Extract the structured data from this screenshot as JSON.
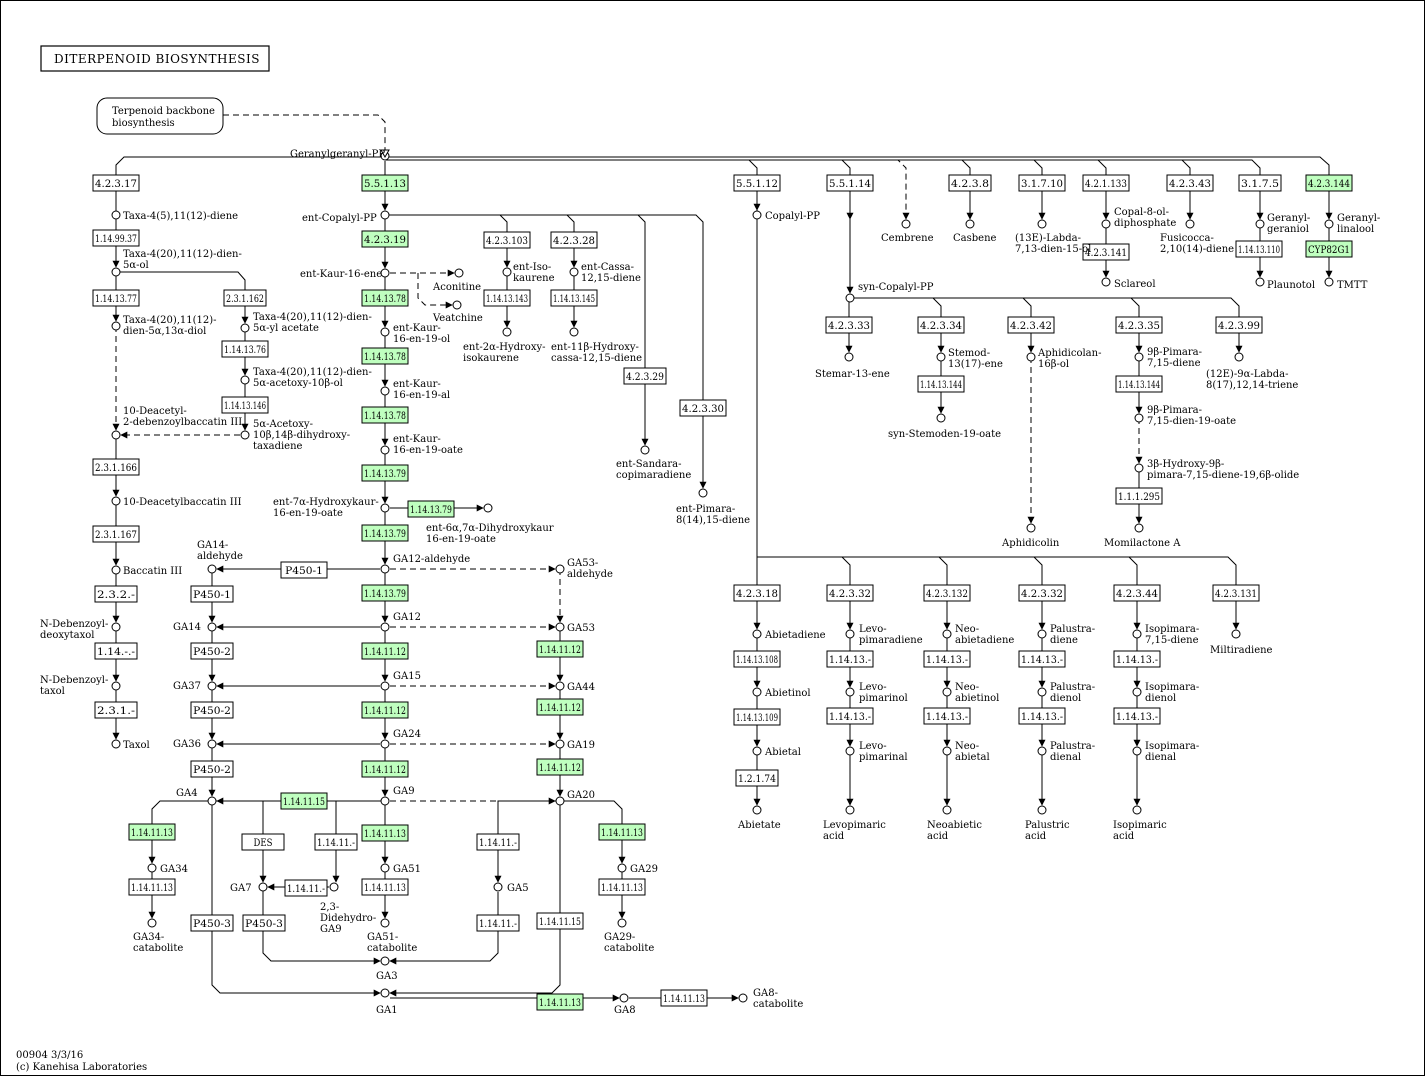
{
  "title": "DITERPENOID BIOSYNTHESIS",
  "footer": {
    "id": "00904 3/3/16",
    "copyright": "(c) Kanehisa Laboratories"
  },
  "colors": {
    "highlight": "#bfffbf",
    "box": "#ffffff",
    "line": "#000000"
  },
  "link_map": {
    "line1": "Terpenoid backbone",
    "line2": "biosynthesis"
  },
  "enzymes": [
    {
      "key": "e1",
      "text": "4.2.3.17"
    },
    {
      "key": "e2",
      "text": "5.5.1.13"
    },
    {
      "key": "e3",
      "text": "5.5.1.12"
    },
    {
      "key": "e4",
      "text": "5.5.1.14"
    },
    {
      "key": "e5",
      "text": "4.2.3.8"
    },
    {
      "key": "e6",
      "text": "3.1.7.10"
    },
    {
      "key": "e7",
      "text": "4.2.1.133"
    },
    {
      "key": "e8",
      "text": "4.2.3.43"
    },
    {
      "key": "e9",
      "text": "3.1.7.5"
    },
    {
      "key": "e10",
      "text": "4.2.3.144"
    },
    {
      "key": "e11",
      "text": "1.14.99.37"
    },
    {
      "key": "e12",
      "text": "4.2.3.19"
    },
    {
      "key": "e13",
      "text": "4.2.3.103"
    },
    {
      "key": "e14",
      "text": "4.2.3.28"
    },
    {
      "key": "e15",
      "text": "4.2.3.141"
    },
    {
      "key": "e16",
      "text": "1.14.13.110"
    },
    {
      "key": "e17",
      "text": "CYP82G1"
    },
    {
      "key": "e18",
      "text": "1.14.13.77"
    },
    {
      "key": "e19",
      "text": "2.3.1.162"
    },
    {
      "key": "e20",
      "text": "1.14.13.78"
    },
    {
      "key": "e21",
      "text": "1.14.13.143"
    },
    {
      "key": "e22",
      "text": "1.14.13.145"
    },
    {
      "key": "e23",
      "text": "1.14.13.76"
    },
    {
      "key": "e24",
      "text": "1.14.13.78"
    },
    {
      "key": "e25",
      "text": "4.2.3.29"
    },
    {
      "key": "e26",
      "text": "1.14.13.146"
    },
    {
      "key": "e27",
      "text": "1.14.13.78"
    },
    {
      "key": "e28",
      "text": "4.2.3.30"
    },
    {
      "key": "e29",
      "text": "2.3.1.166"
    },
    {
      "key": "e30",
      "text": "1.14.13.79"
    },
    {
      "key": "e31",
      "text": "1.14.13.79"
    },
    {
      "key": "e32",
      "text": "2.3.1.167"
    },
    {
      "key": "e33",
      "text": "1.14.13.79"
    },
    {
      "key": "e34",
      "text": "4.2.3.33"
    },
    {
      "key": "e35",
      "text": "4.2.3.34"
    },
    {
      "key": "e36",
      "text": "4.2.3.42"
    },
    {
      "key": "e37",
      "text": "4.2.3.35"
    },
    {
      "key": "e38",
      "text": "4.2.3.99"
    },
    {
      "key": "e39",
      "text": "1.14.13.144"
    },
    {
      "key": "e40",
      "text": "1.14.13.144"
    },
    {
      "key": "e41",
      "text": "1.1.1.295"
    },
    {
      "key": "e42",
      "text": "P450-1"
    },
    {
      "key": "e43",
      "text": "P450-1"
    },
    {
      "key": "e44",
      "text": "1.14.13.79"
    },
    {
      "key": "e45",
      "text": "2.3.2.-"
    },
    {
      "key": "e46",
      "text": "1.14.-.-"
    },
    {
      "key": "e47",
      "text": "2.3.1.-"
    },
    {
      "key": "e48",
      "text": "P450-2"
    },
    {
      "key": "e49",
      "text": "1.14.11.12"
    },
    {
      "key": "e50",
      "text": "1.14.11.12"
    },
    {
      "key": "e51",
      "text": "P450-2"
    },
    {
      "key": "e52",
      "text": "1.14.11.12"
    },
    {
      "key": "e53",
      "text": "1.14.11.12"
    },
    {
      "key": "e54",
      "text": "P450-2"
    },
    {
      "key": "e55",
      "text": "1.14.11.12"
    },
    {
      "key": "e56",
      "text": "1.14.11.12"
    },
    {
      "key": "e57",
      "text": "1.14.11.15"
    },
    {
      "key": "e58",
      "text": "1.14.11.13"
    },
    {
      "key": "e59",
      "text": "DES"
    },
    {
      "key": "e60",
      "text": "1.14.11.-"
    },
    {
      "key": "e61",
      "text": "1.14.11.13"
    },
    {
      "key": "e62",
      "text": "1.14.11.-"
    },
    {
      "key": "e63",
      "text": "1.14.11.13"
    },
    {
      "key": "e64",
      "text": "1.14.11.13"
    },
    {
      "key": "e65",
      "text": "1.14.11.-"
    },
    {
      "key": "e66",
      "text": "1.14.11.13"
    },
    {
      "key": "e67",
      "text": "1.14.11.13"
    },
    {
      "key": "e68",
      "text": "P450-3"
    },
    {
      "key": "e69",
      "text": "P450-3"
    },
    {
      "key": "e70",
      "text": "1.14.11.-"
    },
    {
      "key": "e71",
      "text": "1.14.11.15"
    },
    {
      "key": "e72",
      "text": "1.14.11.13"
    },
    {
      "key": "e73",
      "text": "1.14.11.13"
    },
    {
      "key": "e74",
      "text": "4.2.3.18"
    },
    {
      "key": "e75",
      "text": "4.2.3.32"
    },
    {
      "key": "e76",
      "text": "4.2.3.132"
    },
    {
      "key": "e77",
      "text": "4.2.3.32"
    },
    {
      "key": "e78",
      "text": "4.2.3.44"
    },
    {
      "key": "e79",
      "text": "4.2.3.131"
    },
    {
      "key": "e80",
      "text": "1.14.13.108"
    },
    {
      "key": "e81",
      "text": "1.14.13.-"
    },
    {
      "key": "e82",
      "text": "1.14.13.-"
    },
    {
      "key": "e83",
      "text": "1.14.13.-"
    },
    {
      "key": "e84",
      "text": "1.14.13.-"
    },
    {
      "key": "e85",
      "text": "1.14.13.109"
    },
    {
      "key": "e86",
      "text": "1.14.13.-"
    },
    {
      "key": "e87",
      "text": "1.14.13.-"
    },
    {
      "key": "e88",
      "text": "1.14.13.-"
    },
    {
      "key": "e89",
      "text": "1.14.13.-"
    },
    {
      "key": "e90",
      "text": "1.2.1.74"
    }
  ],
  "compounds": [
    {
      "key": "c1",
      "lines": [
        "Geranylgeranyl-PP"
      ]
    },
    {
      "key": "c2",
      "lines": [
        "Taxa-4(5),11(12)-diene"
      ]
    },
    {
      "key": "c3",
      "lines": [
        "Taxa-4(20),11(12)-dien-",
        "5α-ol"
      ]
    },
    {
      "key": "c4",
      "lines": [
        "Taxa-4(20),11(12)-",
        "dien-5α,13α-diol"
      ]
    },
    {
      "key": "c5",
      "lines": [
        "Taxa-4(20),11(12)-dien-",
        "5α-yl acetate"
      ]
    },
    {
      "key": "c6",
      "lines": [
        "Taxa-4(20),11(12)-dien-",
        "5α-acetoxy-10β-ol"
      ]
    },
    {
      "key": "c7",
      "lines": [
        "5α-Acetoxy-",
        "10β,14β-dihydroxy-",
        "taxadiene"
      ]
    },
    {
      "key": "c8",
      "lines": [
        "10-Deacetyl-",
        "2-debenzoylbaccatin III"
      ]
    },
    {
      "key": "c9",
      "lines": [
        "10-Deacetylbaccatin III"
      ]
    },
    {
      "key": "c10",
      "lines": [
        "Baccatin III"
      ]
    },
    {
      "key": "c11",
      "lines": [
        "N-Debenzoyl-",
        "deoxytaxol"
      ]
    },
    {
      "key": "c12",
      "lines": [
        "N-Debenzoyl-",
        "taxol"
      ]
    },
    {
      "key": "c13",
      "lines": [
        "Taxol"
      ]
    },
    {
      "key": "c14",
      "lines": [
        "ent-Copalyl-PP"
      ]
    },
    {
      "key": "c15",
      "lines": [
        "ent-Kaur-16-ene"
      ]
    },
    {
      "key": "c16",
      "lines": [
        "Aconitine"
      ]
    },
    {
      "key": "c17",
      "lines": [
        "Veatchine"
      ]
    },
    {
      "key": "c18",
      "lines": [
        "ent-Kaur-",
        "16-en-19-ol"
      ]
    },
    {
      "key": "c19",
      "lines": [
        "ent-Kaur-",
        "16-en-19-al"
      ]
    },
    {
      "key": "c20",
      "lines": [
        "ent-Kaur-",
        "16-en-19-oate"
      ]
    },
    {
      "key": "c21",
      "lines": [
        "ent-7α-Hydroxykaur-",
        "16-en-19-oate"
      ]
    },
    {
      "key": "c22",
      "lines": [
        "ent-6α,7α-Dihydroxykaur",
        "16-en-19-oate"
      ]
    },
    {
      "key": "c23",
      "lines": [
        "ent-Iso-",
        "kaurene"
      ]
    },
    {
      "key": "c24",
      "lines": [
        "ent-2α-Hydroxy-",
        "isokaurene"
      ]
    },
    {
      "key": "c25",
      "lines": [
        "ent-Cassa-",
        "12,15-diene"
      ]
    },
    {
      "key": "c26",
      "lines": [
        "ent-11β-Hydroxy-",
        "cassa-12,15-diene"
      ]
    },
    {
      "key": "c27",
      "lines": [
        "ent-Sandara-",
        "copimaradiene"
      ]
    },
    {
      "key": "c28",
      "lines": [
        "ent-Pimara-",
        "8(14),15-diene"
      ]
    },
    {
      "key": "c29",
      "lines": [
        "Copalyl-PP"
      ]
    },
    {
      "key": "c30",
      "lines": [
        "Cembrene"
      ]
    },
    {
      "key": "c31",
      "lines": [
        "Casbene"
      ]
    },
    {
      "key": "c32",
      "lines": [
        "(13E)-Labda-",
        "7,13-dien-15-ol"
      ]
    },
    {
      "key": "c33",
      "lines": [
        "Copal-8-ol-",
        "diphosphate"
      ]
    },
    {
      "key": "c34",
      "lines": [
        "Sclareol"
      ]
    },
    {
      "key": "c35",
      "lines": [
        "Fusicocca-",
        "2,10(14)-diene"
      ]
    },
    {
      "key": "c36",
      "lines": [
        "Geranyl-",
        "geraniol"
      ]
    },
    {
      "key": "c37",
      "lines": [
        "Plaunotol"
      ]
    },
    {
      "key": "c38",
      "lines": [
        "Geranyl-",
        "linalool"
      ]
    },
    {
      "key": "c39",
      "lines": [
        "TMTT"
      ]
    },
    {
      "key": "c40",
      "lines": [
        "syn-Copalyl-PP"
      ]
    },
    {
      "key": "c41",
      "lines": [
        "Stemar-13-ene"
      ]
    },
    {
      "key": "c42",
      "lines": [
        "Stemod-",
        "13(17)-ene"
      ]
    },
    {
      "key": "c43",
      "lines": [
        "syn-Stemoden-19-oate"
      ]
    },
    {
      "key": "c44",
      "lines": [
        "Aphidicolan-",
        "16β-ol"
      ]
    },
    {
      "key": "c45",
      "lines": [
        "Aphidicolin"
      ]
    },
    {
      "key": "c46",
      "lines": [
        "9β-Pimara-",
        "7,15-diene"
      ]
    },
    {
      "key": "c47",
      "lines": [
        "9β-Pimara-",
        "7,15-dien-19-oate"
      ]
    },
    {
      "key": "c48",
      "lines": [
        "3β-Hydroxy-9β-",
        "pimara-7,15-diene-19,6β-olide"
      ]
    },
    {
      "key": "c49",
      "lines": [
        "Momilactone A"
      ]
    },
    {
      "key": "c50",
      "lines": [
        "(12E)-9α-Labda-",
        "8(17),12,14-triene"
      ]
    },
    {
      "key": "c51",
      "lines": [
        "GA14-",
        "aldehyde"
      ]
    },
    {
      "key": "c52",
      "lines": [
        "GA12-aldehyde"
      ]
    },
    {
      "key": "c53",
      "lines": [
        "GA53-",
        "aldehyde"
      ]
    },
    {
      "key": "c54",
      "lines": [
        "GA14"
      ]
    },
    {
      "key": "c55",
      "lines": [
        "GA12"
      ]
    },
    {
      "key": "c56",
      "lines": [
        "GA53"
      ]
    },
    {
      "key": "c57",
      "lines": [
        "GA37"
      ]
    },
    {
      "key": "c58",
      "lines": [
        "GA15"
      ]
    },
    {
      "key": "c59",
      "lines": [
        "GA44"
      ]
    },
    {
      "key": "c60",
      "lines": [
        "GA36"
      ]
    },
    {
      "key": "c61",
      "lines": [
        "GA24"
      ]
    },
    {
      "key": "c62",
      "lines": [
        "GA19"
      ]
    },
    {
      "key": "c63",
      "lines": [
        "GA4"
      ]
    },
    {
      "key": "c64",
      "lines": [
        "GA9"
      ]
    },
    {
      "key": "c65",
      "lines": [
        "GA20"
      ]
    },
    {
      "key": "c66",
      "lines": [
        "GA34"
      ]
    },
    {
      "key": "c67",
      "lines": [
        "GA34-",
        "catabolite"
      ]
    },
    {
      "key": "c68",
      "lines": [
        "GA7"
      ]
    },
    {
      "key": "c69",
      "lines": [
        "2,3-",
        "Didehydro-",
        "GA9"
      ]
    },
    {
      "key": "c70",
      "lines": [
        "GA51"
      ]
    },
    {
      "key": "c71",
      "lines": [
        "GA51-",
        "catabolite"
      ]
    },
    {
      "key": "c72",
      "lines": [
        "GA5"
      ]
    },
    {
      "key": "c73",
      "lines": [
        "GA29"
      ]
    },
    {
      "key": "c74",
      "lines": [
        "GA29-",
        "catabolite"
      ]
    },
    {
      "key": "c75",
      "lines": [
        "GA3"
      ]
    },
    {
      "key": "c76",
      "lines": [
        "GA1"
      ]
    },
    {
      "key": "c77",
      "lines": [
        "GA8"
      ]
    },
    {
      "key": "c78",
      "lines": [
        "GA8-",
        "catabolite"
      ]
    },
    {
      "key": "c79",
      "lines": [
        "Abietadiene"
      ]
    },
    {
      "key": "c80",
      "lines": [
        "Abietinol"
      ]
    },
    {
      "key": "c81",
      "lines": [
        "Abietal"
      ]
    },
    {
      "key": "c82",
      "lines": [
        "Abietate"
      ]
    },
    {
      "key": "c83",
      "lines": [
        "Levo-",
        "pimaradiene"
      ]
    },
    {
      "key": "c84",
      "lines": [
        "Levo-",
        "pimarinol"
      ]
    },
    {
      "key": "c85",
      "lines": [
        "Levo-",
        "pimarinal"
      ]
    },
    {
      "key": "c86",
      "lines": [
        "Levopimaric",
        "acid"
      ]
    },
    {
      "key": "c87",
      "lines": [
        "Neo-",
        "abietadiene"
      ]
    },
    {
      "key": "c88",
      "lines": [
        "Neo-",
        "abietinol"
      ]
    },
    {
      "key": "c89",
      "lines": [
        "Neo-",
        "abietal"
      ]
    },
    {
      "key": "c90",
      "lines": [
        "Neoabietic",
        "acid"
      ]
    },
    {
      "key": "c91",
      "lines": [
        "Palustra-",
        "diene"
      ]
    },
    {
      "key": "c92",
      "lines": [
        "Palustra-",
        "dienol"
      ]
    },
    {
      "key": "c93",
      "lines": [
        "Palustra-",
        "dienal"
      ]
    },
    {
      "key": "c94",
      "lines": [
        "Palustric",
        "acid"
      ]
    },
    {
      "key": "c95",
      "lines": [
        "Isopimara-",
        "7,15-diene"
      ]
    },
    {
      "key": "c96",
      "lines": [
        "Isopimara-",
        "dienol"
      ]
    },
    {
      "key": "c97",
      "lines": [
        "Isopimara-",
        "dienal"
      ]
    },
    {
      "key": "c98",
      "lines": [
        "Isopimaric",
        "acid"
      ]
    },
    {
      "key": "c99",
      "lines": [
        "Miltiradiene"
      ]
    }
  ]
}
